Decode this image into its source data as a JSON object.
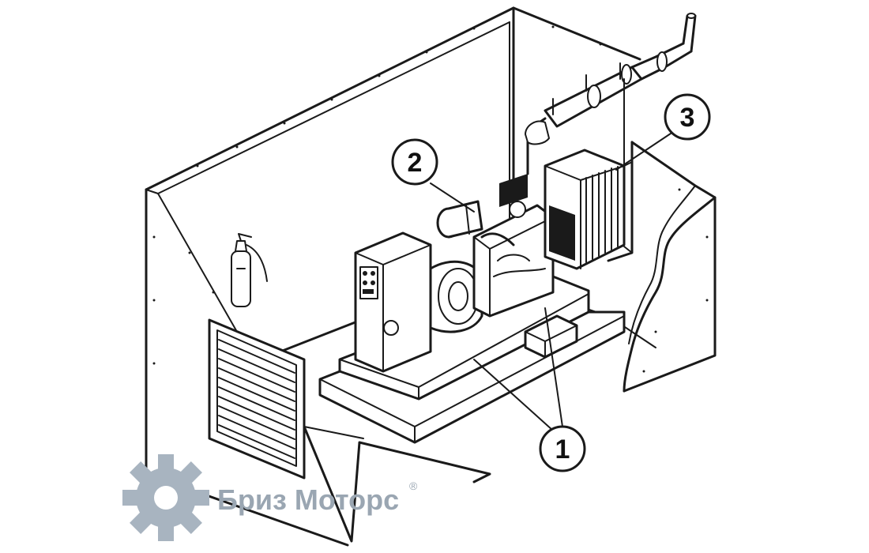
{
  "callouts": [
    {
      "label": "1"
    },
    {
      "label": "2"
    },
    {
      "label": "3"
    }
  ],
  "logo": {
    "text": "Бриз Моторс",
    "registered_mark": "®",
    "icon": "gear-icon",
    "color": "#9aa6b2",
    "icon_color": "#a8b4c0"
  },
  "colors": {
    "line": "#1a1a1a",
    "background": "#ffffff"
  }
}
